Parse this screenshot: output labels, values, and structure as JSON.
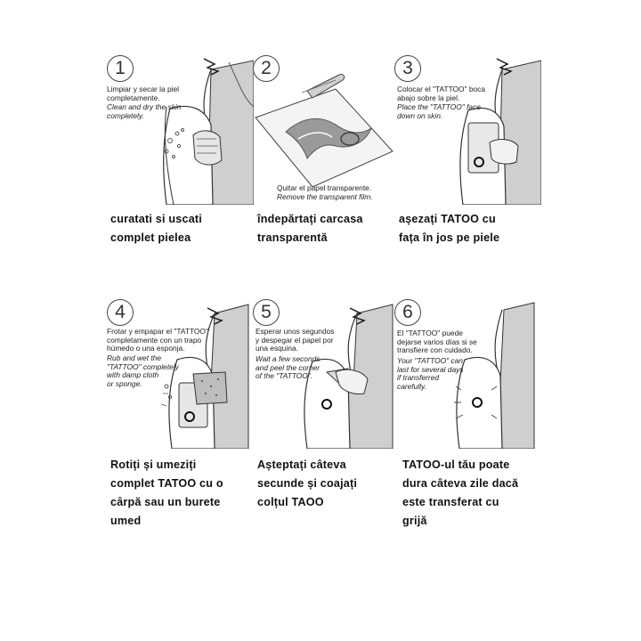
{
  "steps": [
    {
      "number": "1",
      "es": "Limpiar y secar la piel\ncompletamente.",
      "en": "Clean and dry the skin\ncompletely.",
      "ro": "curatati si uscati\ncomplet pielea"
    },
    {
      "number": "2",
      "es": "Quitar el papel transparente.",
      "en": "Remove the transparent film.",
      "ro": "îndepărtați carcasa\ntransparentă"
    },
    {
      "number": "3",
      "es": "Colocar  el \"TATTOO\" boca\nabajo sobre la piel.",
      "en": "Place the \"TATTOO\" face\ndown on skin.",
      "ro": "așezați TATOO cu\nfața în jos pe piele"
    },
    {
      "number": "4",
      "es": "Frotar y empapar el \"TATTOO\"\ncompletamente con un trapo\nhúmedo o una esponja.",
      "en": "Rub and wet the\n\"TATTOO\" completely\nwith damp cloth\nor sponge.",
      "ro": "Rotiți și umeziți\ncomplet TATOO cu o\ncârpă sau un burete\numed"
    },
    {
      "number": "5",
      "es": "Esperar unos segundos\ny despegar el papel por\nuna esquina.",
      "en": "Wait a few seconds\nand peel the corner\nof the \"TATTOO\".",
      "ro": "Așteptați câteva\nsecunde și coajați\ncolțul TAOO"
    },
    {
      "number": "6",
      "es": "El \"TATTOO\" puede\ndejarse varios días si se\ntransfiere con cuidado.",
      "en": "Your \"TATTOO\" can\nlast for several days\nif transferred\ncarefully.",
      "ro": "TATOO-ul tău poate\ndura câteva zile dacă\neste transferat cu\ngrijă"
    }
  ]
}
